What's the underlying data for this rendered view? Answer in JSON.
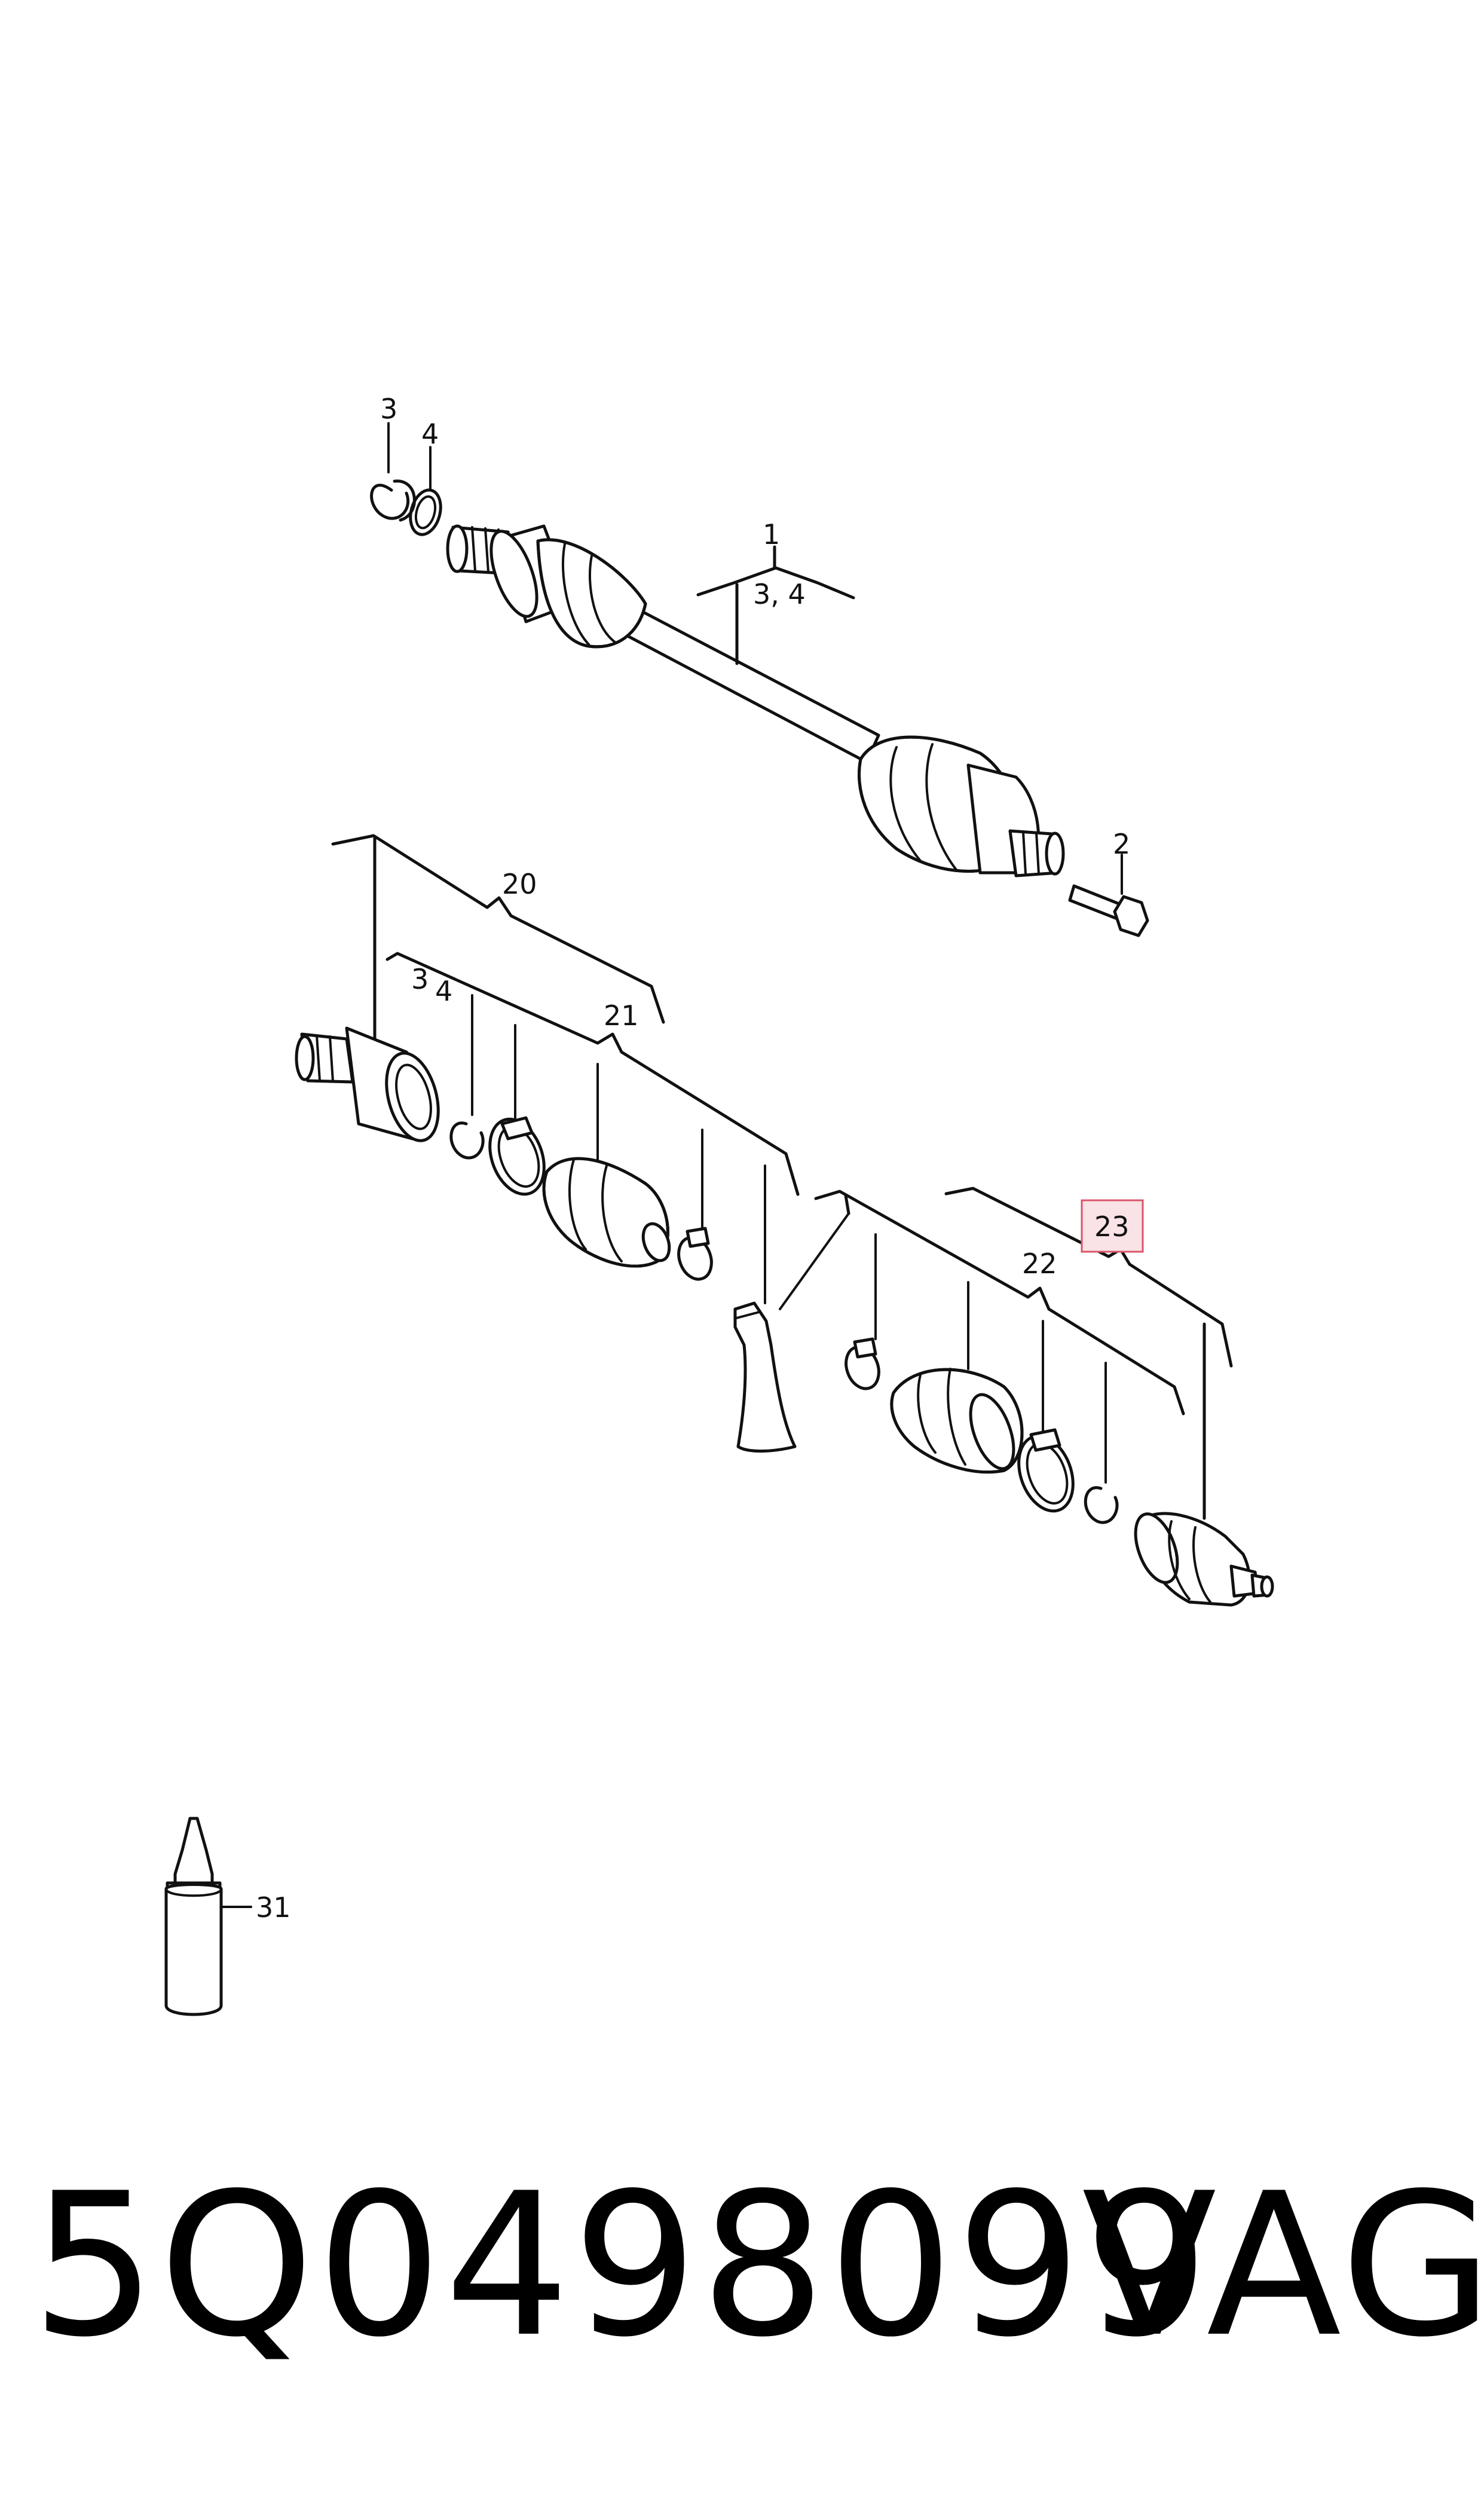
{
  "callouts": {
    "c1": "1",
    "c2": "2",
    "c3": "3",
    "c4": "4",
    "c34": "3, 4",
    "c20": "20",
    "c3b": "3",
    "c4b": "4",
    "c21": "21",
    "c22": "22",
    "c23": "23",
    "c31": "31"
  },
  "highlight_color": "#d9566a",
  "footer": {
    "part_number": "5Q0498099",
    "brand": "VAG"
  }
}
